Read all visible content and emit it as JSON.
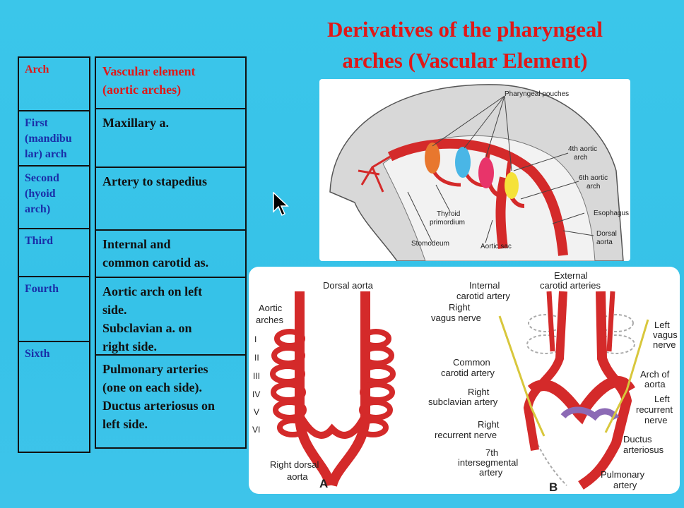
{
  "title": {
    "line1": "Derivatives of the pharyngeal",
    "line2": "arches (Vascular Element)"
  },
  "table": {
    "header": {
      "arch": "Arch",
      "element_line1": "Vascular element",
      "element_line2": "(aortic arches)"
    },
    "rows": [
      {
        "arch_lines": [
          "First",
          "(mandibu",
          "lar) arch"
        ],
        "element_lines": [
          "Maxillary a."
        ]
      },
      {
        "arch_lines": [
          "Second",
          "(hyoid",
          "arch)"
        ],
        "element_lines": [
          "Artery to stapedius"
        ]
      },
      {
        "arch_lines": [
          "Third"
        ],
        "element_lines": [
          "Internal and",
          "common carotid as."
        ]
      },
      {
        "arch_lines": [
          "Fourth"
        ],
        "element_lines": [
          "Aortic arch on left",
          "side.",
          "Subclavian a. on",
          "right side."
        ]
      },
      {
        "arch_lines": [
          "Sixth"
        ],
        "element_lines": [
          "Pulmonary arteries",
          "(one on each side).",
          "Ductus arteriosus on",
          "left side."
        ]
      }
    ]
  },
  "figure_top": {
    "labels": {
      "pouches": "Pharyngeal pouches",
      "fourth_arch_1": "4th aortic",
      "fourth_arch_2": "arch",
      "sixth_arch_1": "6th aortic",
      "sixth_arch_2": "arch",
      "esophagus": "Esophagus",
      "dorsal_aorta_1": "Dorsal",
      "dorsal_aorta_2": "aorta",
      "thyroid_1": "Thyroid",
      "thyroid_2": "primordium",
      "stomodeum": "Stomodeum",
      "aortic_sac": "Aortic sac"
    }
  },
  "figure_bottom": {
    "left": {
      "dorsal_aorta": "Dorsal aorta",
      "aortic_arches_1": "Aortic",
      "aortic_arches_2": "arches",
      "numerals": [
        "I",
        "II",
        "III",
        "IV",
        "V",
        "VI"
      ],
      "right_dorsal_1": "Right dorsal",
      "right_dorsal_2": "aorta",
      "letter": "A"
    },
    "right": {
      "external_1": "External",
      "external_2": "carotid arteries",
      "internal_1": "Internal",
      "internal_2": "carotid artery",
      "right_vagus_1": "Right",
      "right_vagus_2": "vagus nerve",
      "left_vagus_1": "Left",
      "left_vagus_2": "vagus",
      "left_vagus_3": "nerve",
      "common_1": "Common",
      "common_2": "carotid artery",
      "arch_aorta_1": "Arch of",
      "arch_aorta_2": "aorta",
      "right_subclavian_1": "Right",
      "right_subclavian_2": "subclavian artery",
      "left_recurrent_1": "Left",
      "left_recurrent_2": "recurrent",
      "left_recurrent_3": "nerve",
      "right_recurrent_1": "Right",
      "right_recurrent_2": "recurrent nerve",
      "ductus_1": "Ductus",
      "ductus_2": "arteriosus",
      "seventh_1": "7th",
      "seventh_2": "intersegmental",
      "seventh_3": "artery",
      "pulmonary_1": "Pulmonary",
      "pulmonary_2": "artery",
      "letter": "B"
    }
  },
  "colors": {
    "title": "#e01818",
    "arch_text": "#1a2ea8",
    "background": "#3bc6ea",
    "artery": "#d42a2a"
  }
}
